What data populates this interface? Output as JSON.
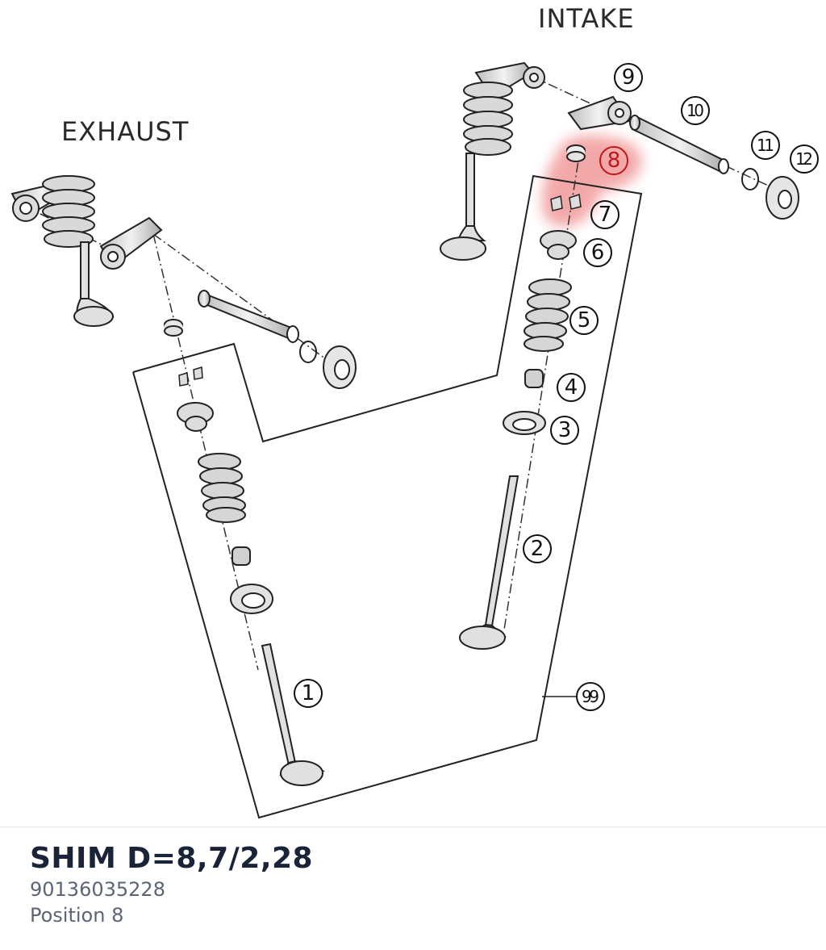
{
  "diagram": {
    "intake_label": "INTAKE",
    "exhaust_label": "EXHAUST",
    "callouts": [
      {
        "n": "1"
      },
      {
        "n": "2"
      },
      {
        "n": "3"
      },
      {
        "n": "4"
      },
      {
        "n": "5"
      },
      {
        "n": "6"
      },
      {
        "n": "7"
      },
      {
        "n": "8",
        "highlighted": true
      },
      {
        "n": "9"
      },
      {
        "n": "10"
      },
      {
        "n": "11"
      },
      {
        "n": "12"
      },
      {
        "n": "99"
      }
    ],
    "highlight_color": "#f08c8c",
    "highlight_text_color": "#c01818"
  },
  "part": {
    "title": "SHIM D=8,7/2,28",
    "number": "90136035228",
    "position": "Position 8"
  }
}
